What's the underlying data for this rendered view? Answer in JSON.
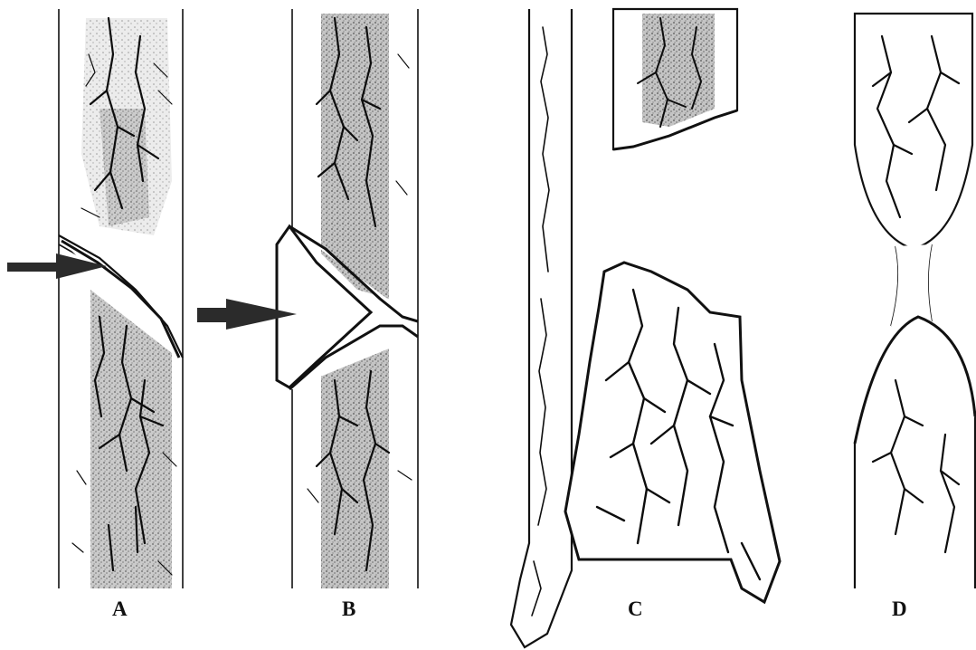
{
  "panels": [
    {
      "id": "A",
      "label": "A"
    },
    {
      "id": "B",
      "label": "B"
    },
    {
      "id": "C",
      "label": "C"
    },
    {
      "id": "D",
      "label": "D"
    }
  ],
  "colors": {
    "ink": "#111111",
    "marrow": "#9a9a9a",
    "background": "#ffffff"
  },
  "icons": [
    "arrow-icon"
  ]
}
